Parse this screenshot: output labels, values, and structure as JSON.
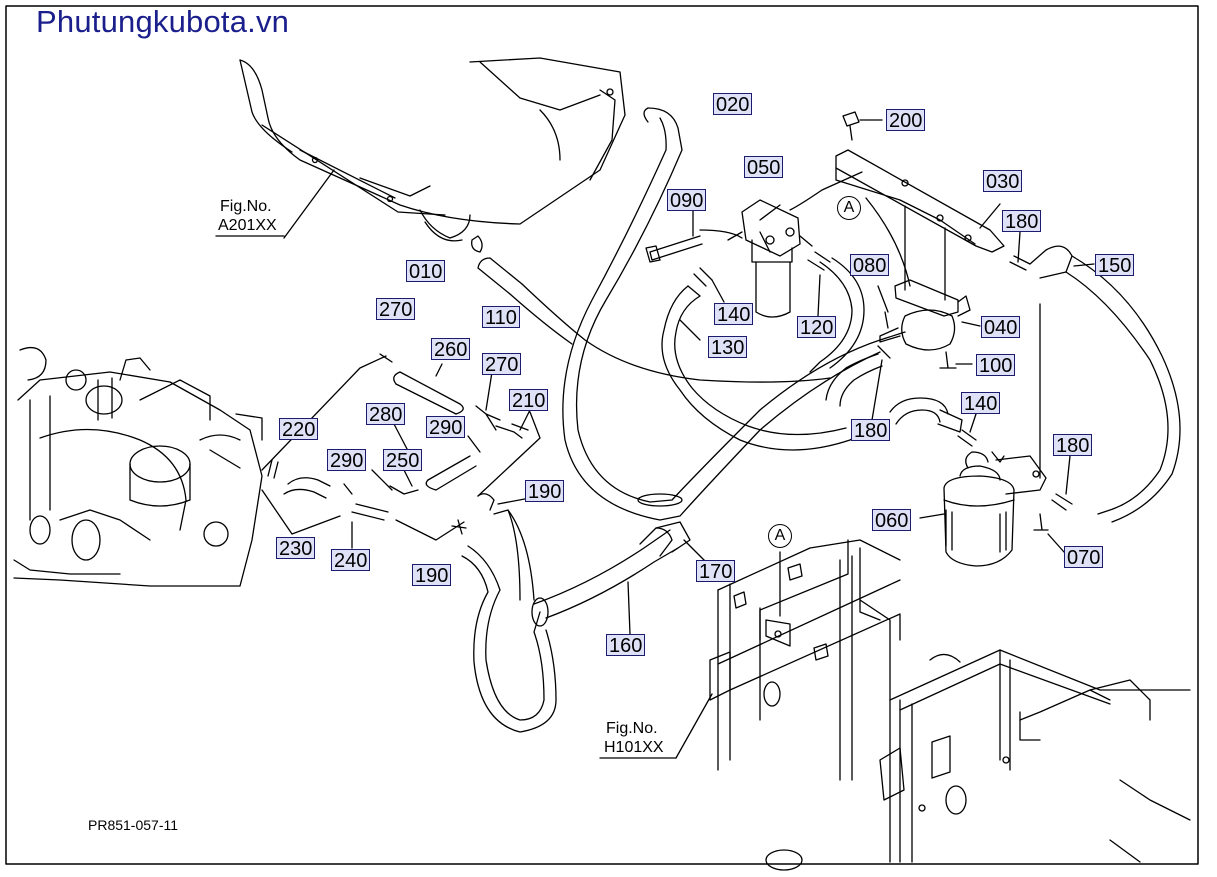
{
  "watermark": "Phutungkubota.vn",
  "doc_code": "PR851-057-11",
  "fig_refs": [
    {
      "title": "Fig.No.",
      "code": "A201XX"
    },
    {
      "title": "Fig.No.",
      "code": "H101XX"
    }
  ],
  "view_marker": "A",
  "parts": {
    "p010": "010",
    "p020": "020",
    "p030": "030",
    "p040": "040",
    "p050": "050",
    "p060": "060",
    "p070": "070",
    "p080": "080",
    "p090": "090",
    "p100": "100",
    "p110": "110",
    "p120": "120",
    "p130": "130",
    "p140": "140",
    "p150": "150",
    "p160": "160",
    "p170": "170",
    "p180": "180",
    "p190": "190",
    "p200": "200",
    "p210": "210",
    "p220": "220",
    "p230": "230",
    "p240": "240",
    "p250": "250",
    "p260": "260",
    "p270": "270",
    "p280": "280",
    "p290": "290"
  },
  "colors": {
    "callout_fill": "#dfe2f7",
    "callout_border": "#1c1c6e",
    "watermark": "#1a1f8c"
  }
}
